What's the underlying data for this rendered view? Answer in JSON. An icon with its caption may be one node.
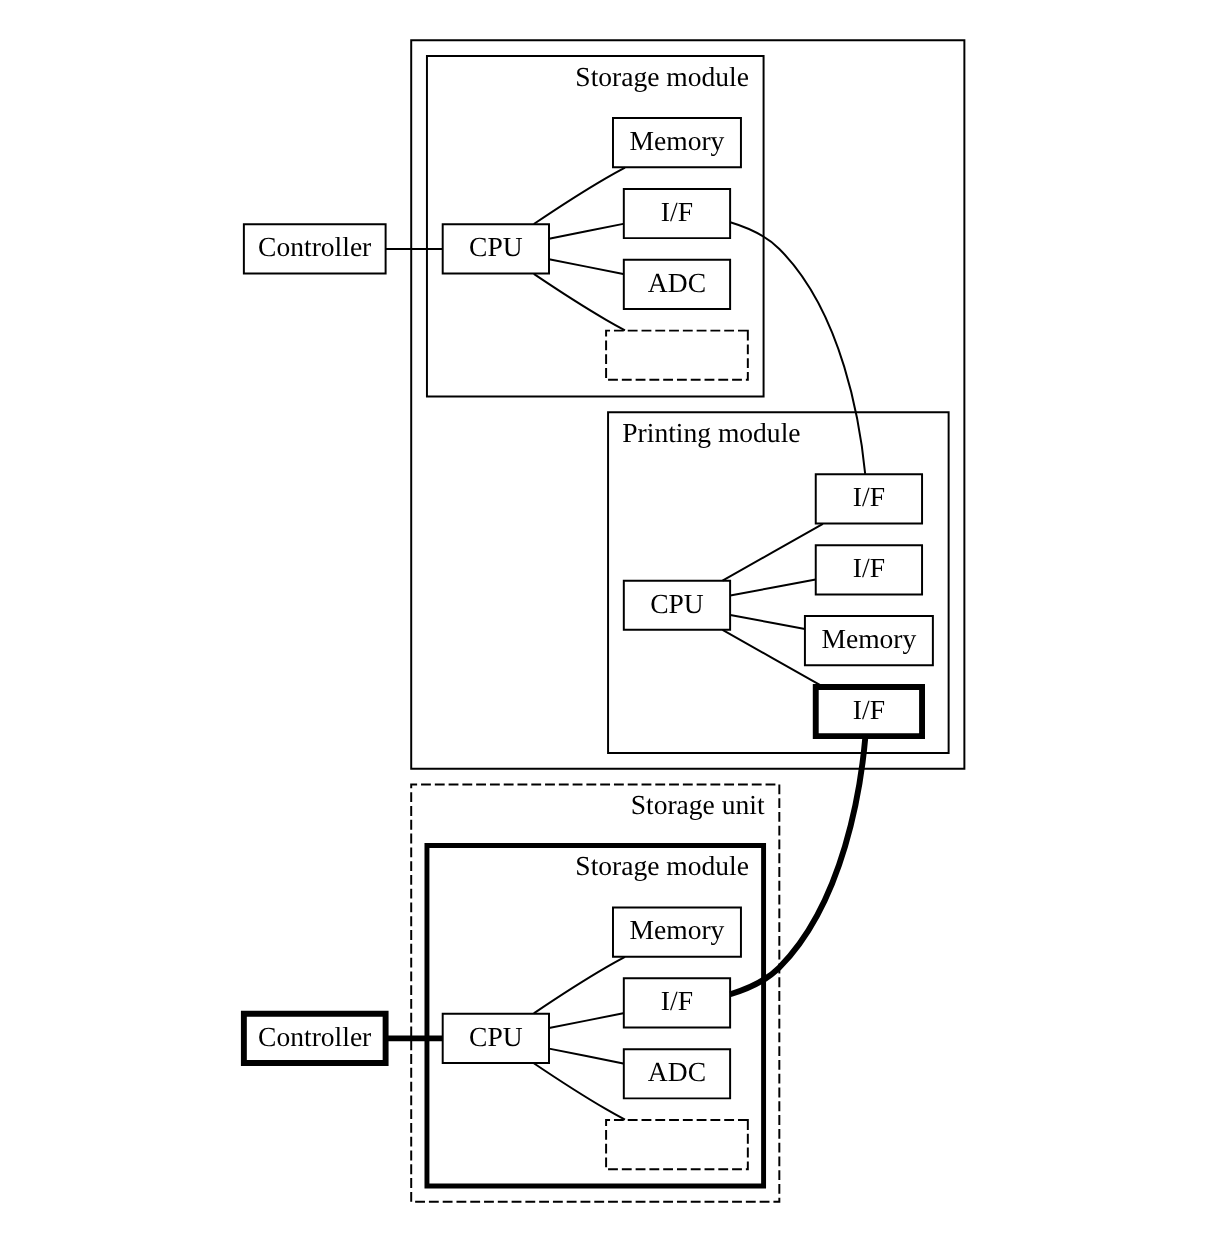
{
  "diagram": {
    "nodes": [
      {
        "text": [
          "Controller"
        ]
      },
      {
        "text": [],
        "shape": "box"
      },
      {
        "text": [
          "Storage module"
        ],
        "in": 1
      },
      {
        "text": [
          "CPU"
        ],
        "in": 2
      },
      {
        "text": [],
        "shape": "box",
        "in": 2
      },
      {
        "text": [
          "ADC"
        ],
        "in": 2
      },
      {
        "text": [
          "I/F"
        ],
        "in": 2
      },
      {
        "text": [
          "Memory"
        ],
        "in": 2
      },
      {
        "text": [
          "Printing module"
        ],
        "in": 1
      },
      {
        "text": [
          "CPU"
        ],
        "in": 8
      },
      {
        "text": [
          "I/F"
        ],
        "in": 8
      },
      {
        "text": [
          "I/F"
        ],
        "in": 8
      },
      {
        "text": [
          "I/F"
        ],
        "in": 8
      },
      {
        "text": [
          "Memory"
        ],
        "in": 8
      },
      {
        "text": [
          "Controller"
        ]
      },
      {
        "text": [
          "Storage unit"
        ]
      },
      {
        "text": [
          "Storage module"
        ],
        "in": 15
      },
      {
        "text": [
          "CPU"
        ],
        "in": 16
      },
      {
        "text": [],
        "shape": "box",
        "in": 16
      },
      {
        "text": [
          "ADC"
        ],
        "in": 16
      },
      {
        "text": [
          "I/F"
        ],
        "in": 16
      },
      {
        "text": [
          "Memory"
        ],
        "in": 16
      }
    ],
    "edges": [
      {
        "from": 0,
        "to": 3,
        "arrow": "none"
      },
      {
        "from": 3,
        "to": 4,
        "arrow": "none"
      },
      {
        "from": 3,
        "to": 5,
        "arrow": "none"
      },
      {
        "from": 3,
        "to": 6,
        "arrow": "none"
      },
      {
        "from": 3,
        "to": 7,
        "arrow": "none"
      },
      {
        "from": 6,
        "to": 10,
        "arrow": "none"
      },
      {
        "from": 9,
        "to": 10,
        "arrow": "none"
      },
      {
        "from": 9,
        "to": 11,
        "arrow": "none"
      },
      {
        "from": 9,
        "to": 12,
        "arrow": "none"
      },
      {
        "from": 9,
        "to": 13,
        "arrow": "none"
      },
      {
        "from": 14,
        "to": 17,
        "arrow": "none",
        "style": "thick"
      },
      {
        "from": 17,
        "to": 18,
        "arrow": "none"
      },
      {
        "from": 17,
        "to": 19,
        "arrow": "none"
      },
      {
        "from": 17,
        "to": 20,
        "arrow": "none"
      },
      {
        "from": 17,
        "to": 21,
        "arrow": "none"
      },
      {
        "from": 20,
        "to": 11,
        "arrow": "none",
        "style": "thick"
      }
    ]
  }
}
